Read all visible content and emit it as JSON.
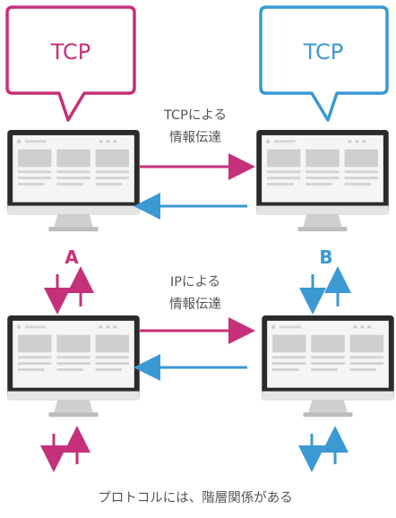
{
  "bubble_left": {
    "label": "TCP",
    "color": "#c5307a"
  },
  "bubble_right": {
    "label": "TCP",
    "color": "#3b99d3"
  },
  "top_channel_label": {
    "line1": "TCPによる",
    "line2": "情報伝達"
  },
  "bottom_channel_label": {
    "line1": "IPによる",
    "line2": "情報伝達"
  },
  "host_a_label": "A",
  "host_b_label": "B",
  "caption": "プロトコルには、階層関係がある",
  "colors": {
    "pink": "#c5307a",
    "blue": "#3b99d3",
    "text": "#555555",
    "monitor": "#2b2b2b"
  }
}
